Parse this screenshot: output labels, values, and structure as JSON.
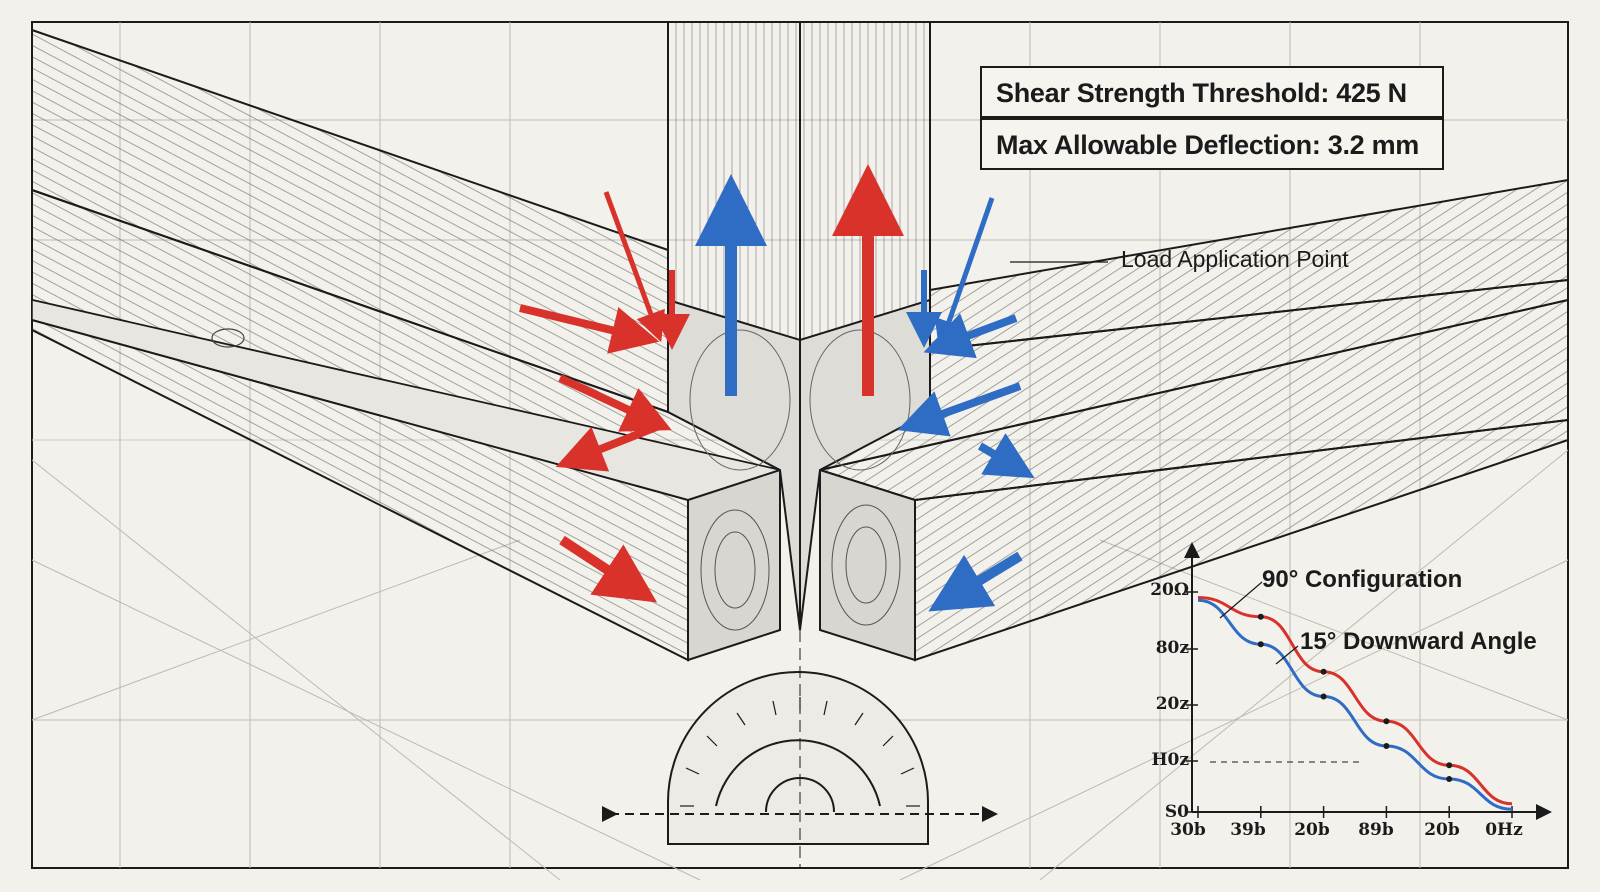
{
  "specs": {
    "shear": "Shear Strength Threshold: 425 N",
    "deflection": "Max Allowable Deflection: 3.2 mm"
  },
  "annotations": {
    "load_point": "Load Application Point"
  },
  "colors": {
    "tension_arrow": "#d9322b",
    "compression_arrow": "#2f6cc4",
    "line_ink": "#1b1b1b",
    "paper": "#f3f1ec",
    "grid": "#b9b6ae"
  },
  "protractor": {
    "icon": "protractor-icon"
  },
  "chart_data": {
    "type": "line",
    "title": "",
    "xlabel": "",
    "ylabel": "",
    "x_tick_labels": [
      "30b",
      "39b",
      "20b",
      "89b",
      "20b",
      "0Hz"
    ],
    "y_tick_labels": [
      "20Ω",
      "80z",
      "20z",
      "H0z",
      "S0"
    ],
    "x": [
      0,
      1,
      2,
      3,
      4,
      5
    ],
    "ylim": [
      0,
      4
    ],
    "series": [
      {
        "name": "90° Configuration",
        "color": "#d9322b",
        "values": [
          3.9,
          3.55,
          2.55,
          1.65,
          0.85,
          0.15
        ]
      },
      {
        "name": "15° Downward Angle",
        "color": "#2f6cc4",
        "values": [
          3.85,
          3.05,
          2.1,
          1.2,
          0.6,
          0.05
        ]
      }
    ],
    "legend": "inline labels, top"
  }
}
